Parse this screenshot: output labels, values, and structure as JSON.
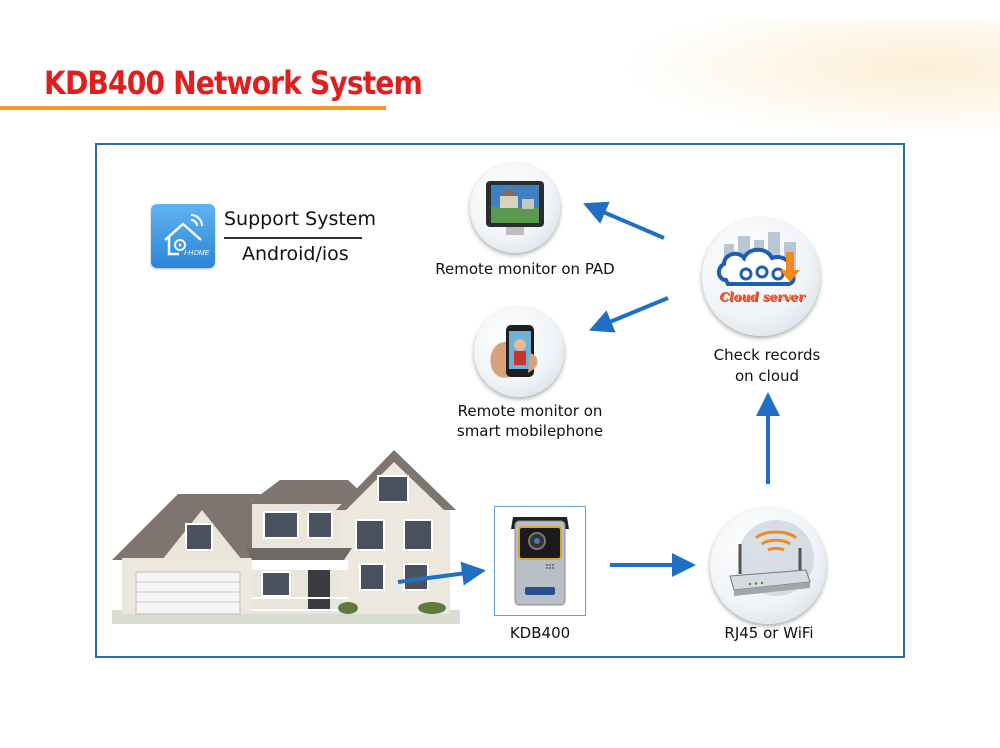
{
  "title": "KDB400 Network System",
  "app": {
    "support_label": "Support System",
    "os_label": "Android/ios",
    "icon_text": "I-HOME"
  },
  "nodes": {
    "pad": {
      "label": "Remote monitor on PAD"
    },
    "phone": {
      "label_line1": "Remote monitor on",
      "label_line2": "smart mobilephone"
    },
    "cloud": {
      "badge": "Cloud server",
      "label_line1": "Check records",
      "label_line2": "on cloud"
    },
    "doorbell": {
      "label": "KDB400"
    },
    "router": {
      "label": "RJ45 or WiFi"
    }
  },
  "colors": {
    "title": "#e01e1e",
    "title_rule": "#f39a1e",
    "frame": "#2b6aae",
    "arrow": "#1f6fc4"
  }
}
